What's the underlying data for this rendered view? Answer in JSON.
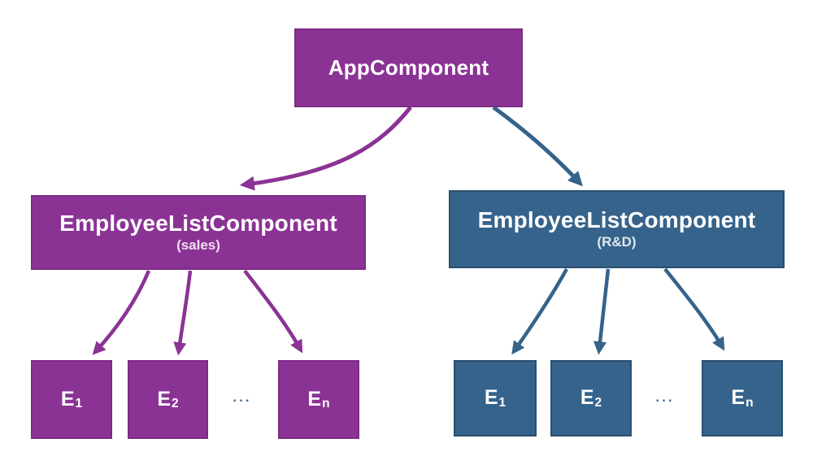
{
  "diagram": {
    "background": "#ffffff",
    "colors": {
      "purple": "#8b3395",
      "purple_border": "#7d2b86",
      "blue": "#35638b",
      "blue_border": "#2a4f6e",
      "ellipsis": "#4a6d99",
      "text": "#ffffff"
    },
    "nodes": {
      "app": {
        "label": "AppComponent"
      },
      "sales_list": {
        "label": "EmployeeListComponent",
        "sublabel": "(sales)"
      },
      "rnd_list": {
        "label": "EmployeeListComponent",
        "sublabel": "(R&D)"
      },
      "sales_employees": [
        {
          "base": "E",
          "sub": "1"
        },
        {
          "base": "E",
          "sub": "2"
        },
        {
          "base": "E",
          "sub": "n"
        }
      ],
      "rnd_employees": [
        {
          "base": "E",
          "sub": "1"
        },
        {
          "base": "E",
          "sub": "2"
        },
        {
          "base": "E",
          "sub": "n"
        }
      ],
      "ellipsis": "..."
    },
    "edges": [
      {
        "from": "AppComponent",
        "to": "EmployeeListComponent (sales)"
      },
      {
        "from": "AppComponent",
        "to": "EmployeeListComponent (R&D)"
      },
      {
        "from": "EmployeeListComponent (sales)",
        "to": "E1 (sales)"
      },
      {
        "from": "EmployeeListComponent (sales)",
        "to": "E2 (sales)"
      },
      {
        "from": "EmployeeListComponent (sales)",
        "to": "En (sales)"
      },
      {
        "from": "EmployeeListComponent (R&D)",
        "to": "E1 (R&D)"
      },
      {
        "from": "EmployeeListComponent (R&D)",
        "to": "E2 (R&D)"
      },
      {
        "from": "EmployeeListComponent (R&D)",
        "to": "En (R&D)"
      }
    ]
  }
}
